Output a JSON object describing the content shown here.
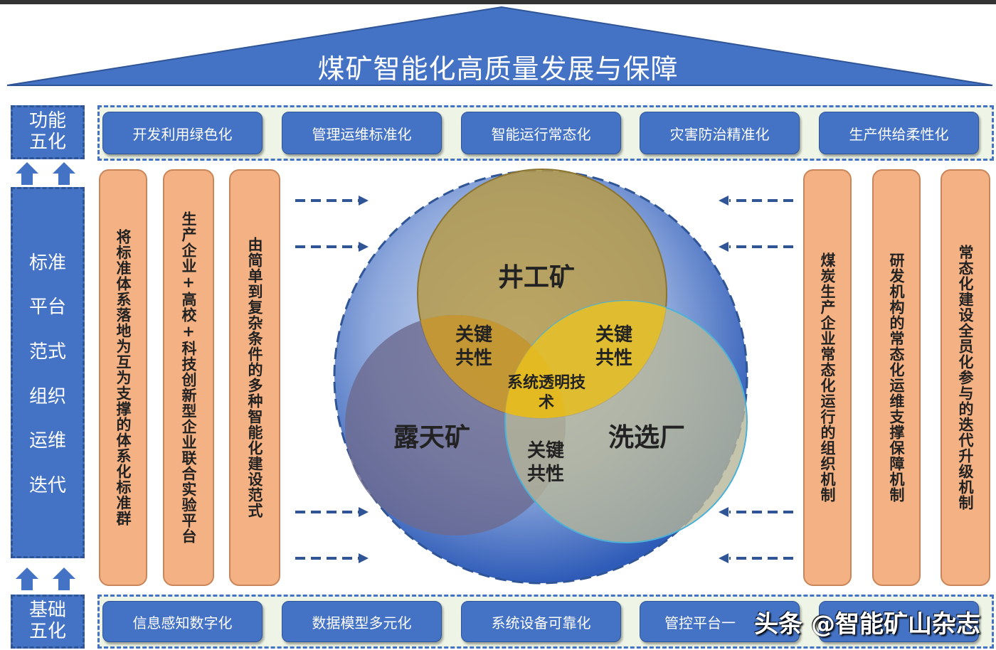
{
  "title": "煤矿智能化高质量发展与保障",
  "left_labels": {
    "top": "功能五化",
    "middle": [
      "标准",
      "平台",
      "范式",
      "组织",
      "运维",
      "迭代"
    ],
    "bottom": "基础五化"
  },
  "function_row": [
    "开发利用绿色化",
    "管理运维标准化",
    "智能运行常态化",
    "灾害防治精准化",
    "生产供给柔性化"
  ],
  "foundation_row": [
    "信息感知数字化",
    "数据模型多元化",
    "系统设备可靠化",
    "管控平台一"
  ],
  "left_columns": [
    "将标准体系落地为互为支撑的体系化标准群",
    "生产企业+高校+科技创新型企业联合实验平台",
    "由简单到复杂条件的多种智能化建设范式"
  ],
  "right_columns": [
    "煤炭生产企业常态化运行的组织机制",
    "研发机构的常态化运维支撑保障机制",
    "常态化建设全员化参与的迭代升级机制"
  ],
  "venn": {
    "top": "井工矿",
    "left": "露天矿",
    "right": "洗选厂",
    "overlap_top_left": "关键共性",
    "overlap_top_right": "关键共性",
    "overlap_bottom": "关键共性",
    "center": "系统透明技术"
  },
  "watermark": "头条 @智能矿山杂志",
  "colors": {
    "blue": "#4472c4",
    "orange": "#f4b183",
    "green_bg": "#eef5e6"
  }
}
